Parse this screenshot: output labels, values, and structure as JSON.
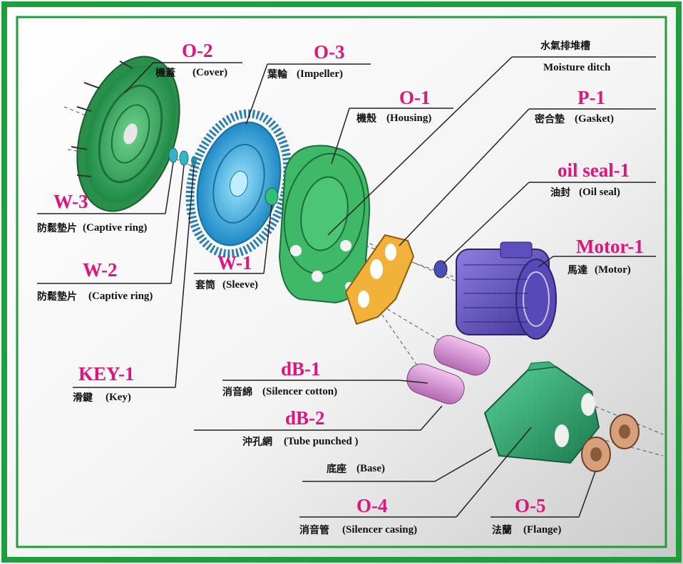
{
  "colors": {
    "frame_green": "#1e9e3c",
    "code_magenta": "#e0147c",
    "part_green": "#3fb868",
    "part_teal": "#2fa878",
    "impeller_blue": "#34b6e8",
    "motor_purple": "#6f5cc8",
    "silencer_pink": "#d78fd6",
    "gasket_orange": "#f2b23a",
    "flange_tan": "#d6a07a",
    "label_text": "#111111"
  },
  "parts": [
    {
      "id": "o2",
      "code": "O-2",
      "zh": "機蓋",
      "en": "(Cover)"
    },
    {
      "id": "o3",
      "code": "O-3",
      "zh": "葉輪",
      "en": "(Impeller)"
    },
    {
      "id": "moisture",
      "code": "",
      "zh": "水氣排堆槽",
      "en": "Moisture ditch"
    },
    {
      "id": "o1",
      "code": "O-1",
      "zh": "機殼",
      "en": "(Housing)"
    },
    {
      "id": "p1",
      "code": "P-1",
      "zh": "密合墊",
      "en": "(Gasket)"
    },
    {
      "id": "oilseal",
      "code": "oil seal-1",
      "zh": "油封",
      "en": "(Oil seal)"
    },
    {
      "id": "w3",
      "code": "W-3",
      "zh": "防鬆墊片",
      "en": "(Captive ring)"
    },
    {
      "id": "motor",
      "code": "Motor-1",
      "zh": "馬達",
      "en": "(Motor)"
    },
    {
      "id": "w2",
      "code": "W-2",
      "zh": "防鬆墊片",
      "en": "(Captive ring)"
    },
    {
      "id": "w1",
      "code": "W-1",
      "zh": "套筒",
      "en": "(Sleeve)"
    },
    {
      "id": "key1",
      "code": "KEY-1",
      "zh": "滑鍵",
      "en": "(Key)"
    },
    {
      "id": "db1",
      "code": "dB-1",
      "zh": "消音綿",
      "en": "(Silencer cotton)"
    },
    {
      "id": "db2",
      "code": "dB-2",
      "zh": "沖孔網",
      "en": "(Tube punched )"
    },
    {
      "id": "base",
      "code": "",
      "zh": "底座",
      "en": "(Base)"
    },
    {
      "id": "o4",
      "code": "O-4",
      "zh": "消音管",
      "en": "(Silencer casing)"
    },
    {
      "id": "o5",
      "code": "O-5",
      "zh": "法蘭",
      "en": "(Flange)"
    }
  ]
}
